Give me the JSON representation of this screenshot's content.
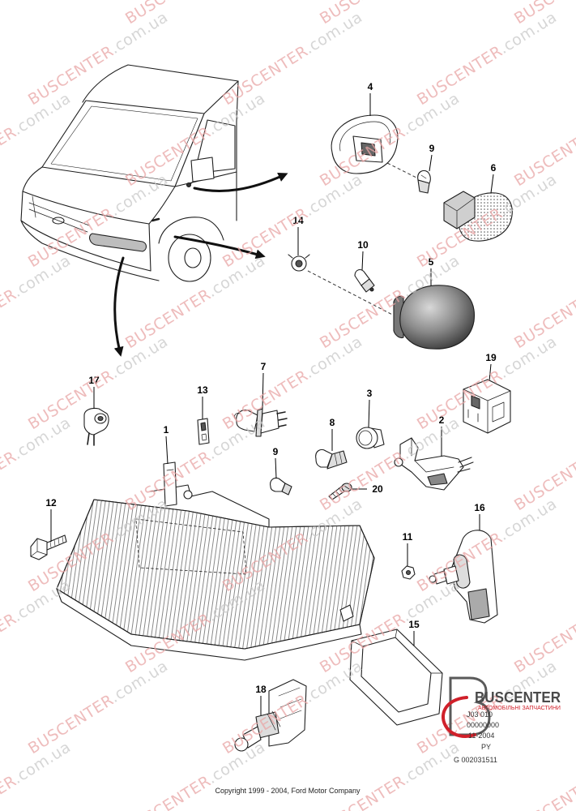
{
  "callouts": [
    "4",
    "9",
    "6",
    "14",
    "10",
    "5",
    "19",
    "17",
    "13",
    "7",
    "3",
    "8",
    "2",
    "1",
    "9",
    "20",
    "12",
    "11",
    "16",
    "15",
    "18"
  ],
  "watermark": {
    "brand": "BUSCENTER",
    "suffix": ".com.ua"
  },
  "logo": {
    "name": "BUSCENTER",
    "tagline": "АВТОМОБІЛЬНІ ЗАПЧАСТИНИ"
  },
  "info_block": {
    "line1": "J03 010",
    "line2": "00000000",
    "line3": "11-2004",
    "line4": "PY",
    "line5": "G 002031511"
  },
  "copyright": "Copyright 1999 - 2004, Ford Motor Company",
  "colors": {
    "line": "#1e1e1e",
    "watermark_brand": "#e9a6a6",
    "watermark_suffix": "#c9c9c9",
    "logo_red": "#d0202a",
    "logo_gray": "#4a4a4a"
  }
}
